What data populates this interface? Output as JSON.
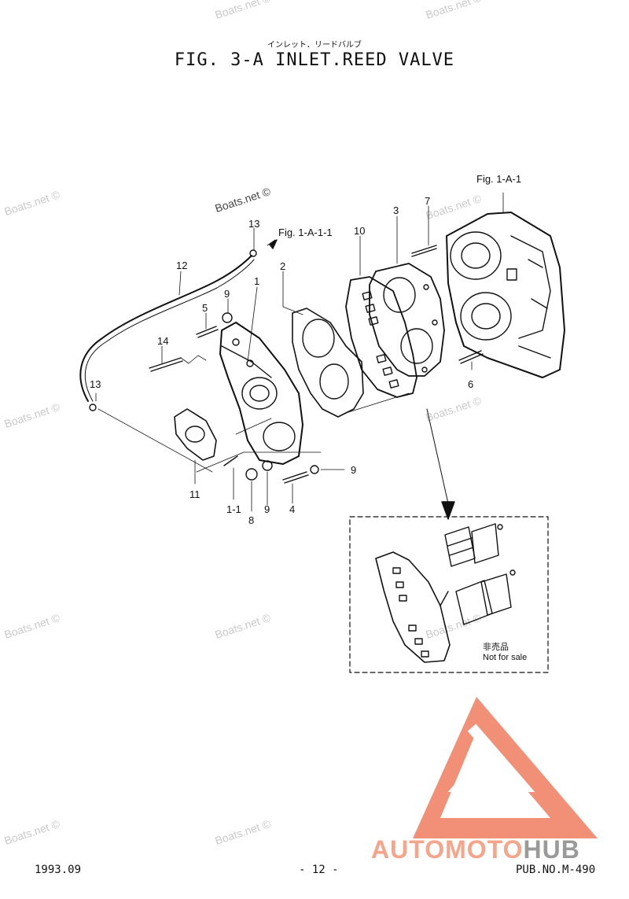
{
  "header": {
    "title_jp": "インレット．リードバルブ",
    "title": "FIG.  3-A INLET.REED VALVE"
  },
  "references": {
    "fig_1a1": "Fig. 1-A-1",
    "fig_1a11": "Fig. 1-A-1-1"
  },
  "callouts": {
    "c1": "1",
    "c1_1": "1-1",
    "c2": "2",
    "c3": "3",
    "c4": "4",
    "c5": "5",
    "c6": "6",
    "c7": "7",
    "c8": "8",
    "c9a": "9",
    "c9b": "9",
    "c9c": "9",
    "c10": "10",
    "c11": "11",
    "c12": "12",
    "c13a": "13",
    "c13b": "13",
    "c14": "14"
  },
  "inset": {
    "not_for_sale_jp": "非売品",
    "not_for_sale": "Not for sale"
  },
  "watermark": {
    "text": "Boats.net ©"
  },
  "footer": {
    "date": "1993.09",
    "page": "- 12 -",
    "pub_no": "PUB.NO.M-490"
  },
  "brand": {
    "part_a": "AUTOMOTO",
    "part_b": "HUB",
    "colors": {
      "logo": "#f08a70",
      "text_light": "#f6a58a",
      "text_gray": "#9a9a9a"
    }
  }
}
